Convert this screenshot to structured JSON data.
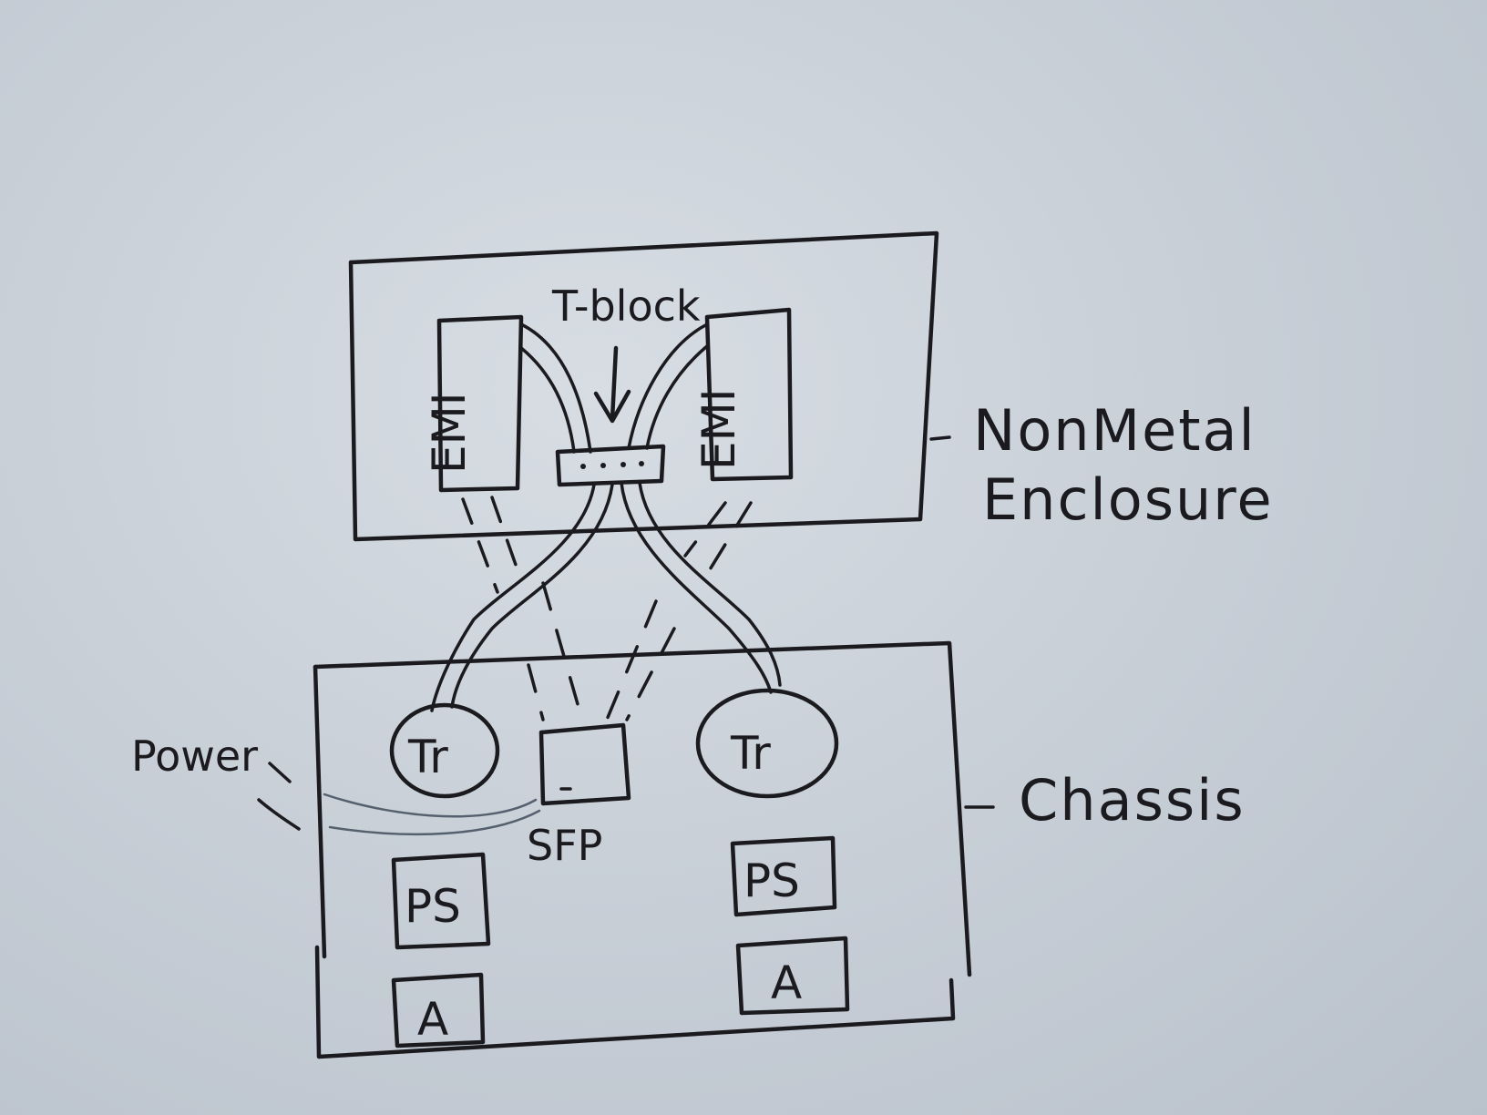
{
  "diagram": {
    "enclosure_label_line1": "NonMetal",
    "enclosure_label_line2": "Enclosure",
    "chassis_label": "Chassis",
    "tblock_label": "T-block",
    "emi_left_label": "EMI",
    "emi_right_label": "EMI",
    "tr_left_label": "Tr",
    "tr_right_label": "Tr",
    "sfp_label": "SFP",
    "power_label": "Power",
    "ps_left_label": "PS",
    "ps_right_label": "PS",
    "a_left_label": "A",
    "a_right_label": "A"
  },
  "colors": {
    "ink": "#1b1b1f",
    "paper": "#cfd5dc"
  }
}
